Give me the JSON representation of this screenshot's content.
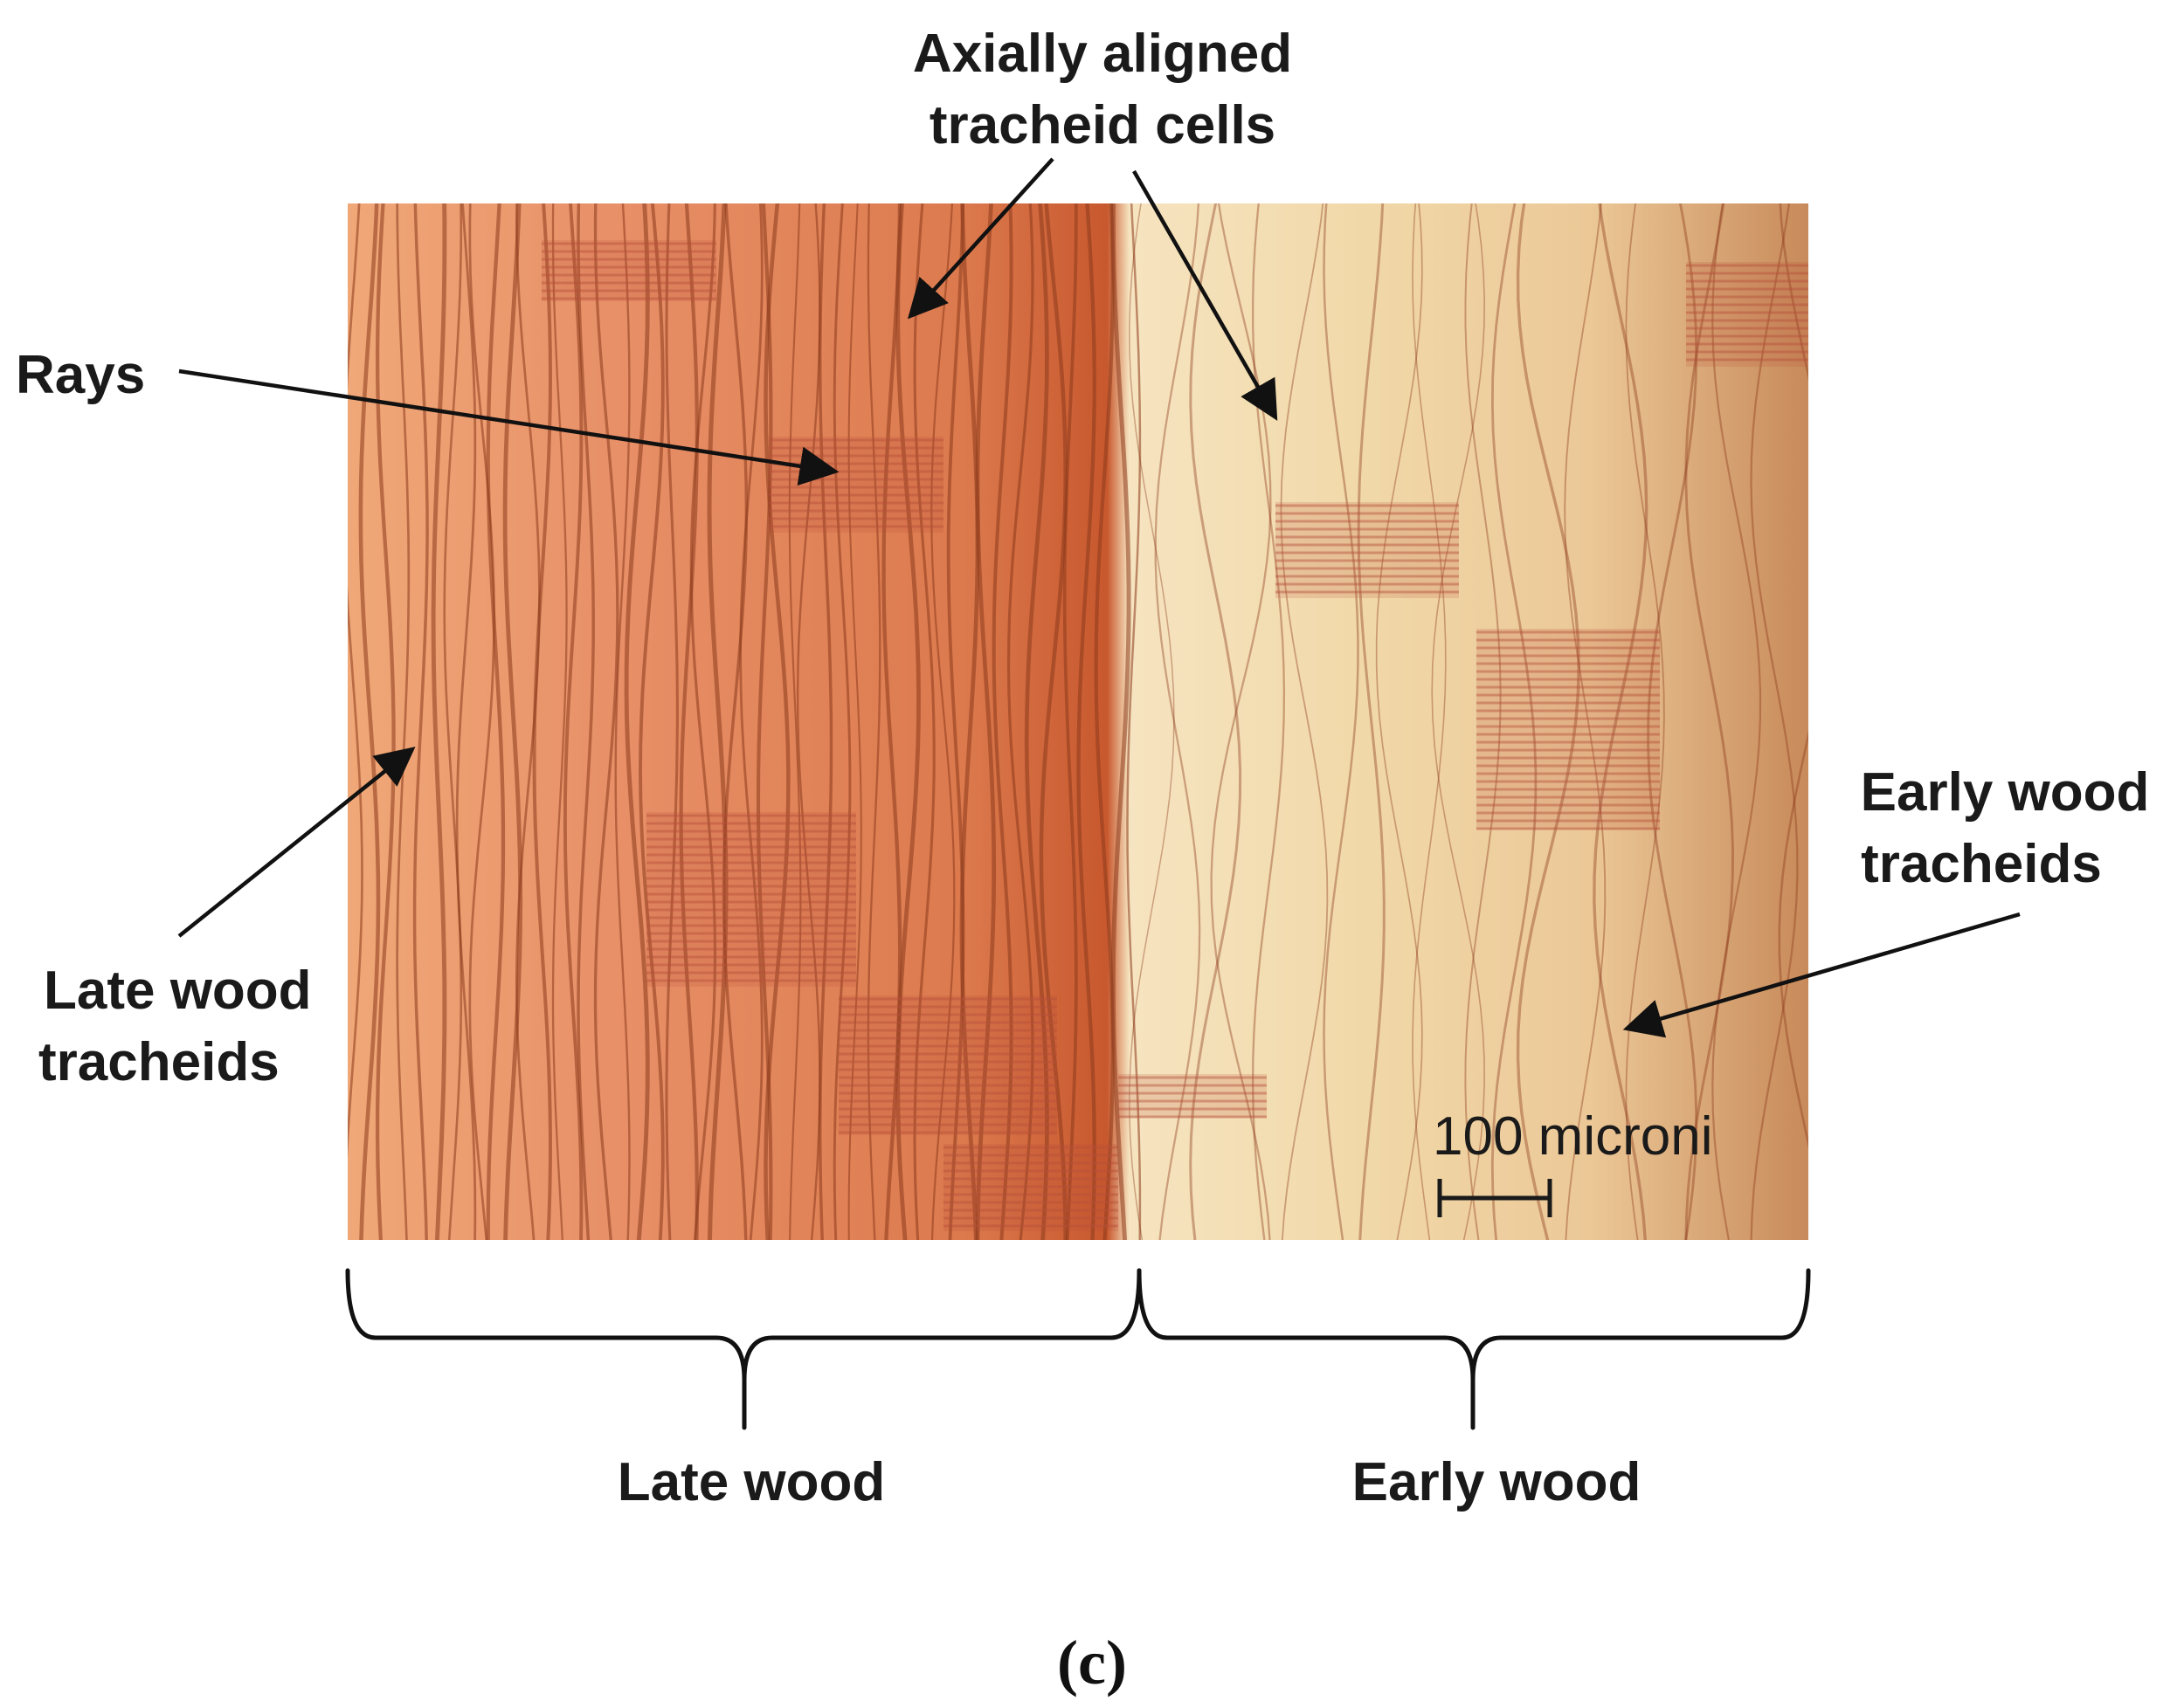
{
  "labels": {
    "axially_line1": "Axially aligned",
    "axially_line2": "tracheid cells",
    "rays": "Rays",
    "early_tracheids_line1": "Early wood",
    "early_tracheids_line2": "tracheids",
    "late_tracheids_line1": "Late wood",
    "late_tracheids_line2": "tracheids",
    "late_wood": "Late wood",
    "early_wood": "Early wood",
    "scale_bar": "100 microni",
    "panel": "(c)"
  },
  "colors": {
    "late_wood_tone": "#d9734a",
    "early_wood_tone": "#f2d6a6",
    "tracheid_wall": "#8c3a1c",
    "ray_band": "#b5503a",
    "annotation": "#111111"
  },
  "icons": {
    "micrograph": "stained-wood-section-image",
    "brace": "curly-brace"
  }
}
